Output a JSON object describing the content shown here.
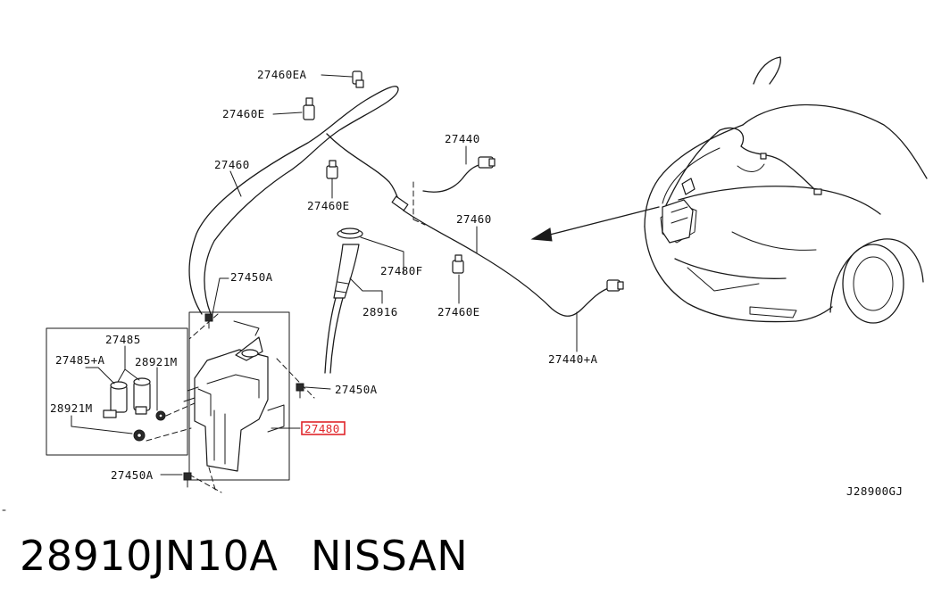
{
  "diagram": {
    "callouts": {
      "c_27460EA": "27460EA",
      "c_27460E_a": "27460E",
      "c_27460": "27460",
      "c_27460E_b": "27460E",
      "c_27440": "27440",
      "c_27460_b": "27460",
      "c_27480F": "27480F",
      "c_28916": "28916",
      "c_27460E_c": "27460E",
      "c_27450A_a": "27450A",
      "c_27485": "27485",
      "c_27485A": "27485+A",
      "c_28921M_a": "28921M",
      "c_28921M_b": "28921M",
      "c_27450A_b": "27450A",
      "c_27480": "27480",
      "c_27450A_c": "27450A",
      "c_27440A": "27440+A"
    },
    "highlight_color": "#e0262b",
    "diagram_code": "J28900GJ"
  },
  "footer": {
    "part_number": "28910JN10A",
    "brand": "NISSAN"
  }
}
